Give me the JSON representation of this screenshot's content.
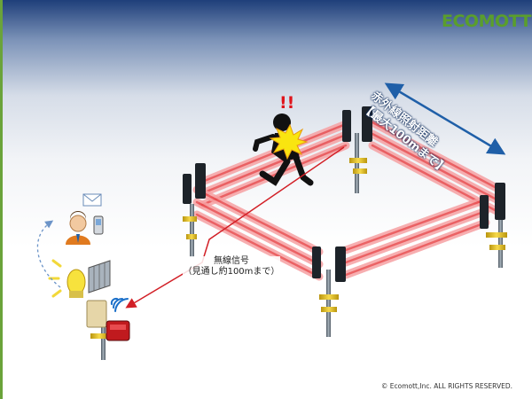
{
  "logo": {
    "text": "ECOMOTT"
  },
  "range": {
    "line1": "赤外線照射距離",
    "line2": "【最大100mまで】"
  },
  "signal": {
    "line1": "無線信号",
    "line2": "（見通し約100mまで）"
  },
  "alert": {
    "text": "!!"
  },
  "copyright": "© Ecomott,Inc. ALL RIGHTS RESERVED.",
  "colors": {
    "beam": "#e8474a",
    "beam_glow": "#f6a1a3",
    "brand_green": "#5a9e2c",
    "signal_line": "#d21f26",
    "range_arrow": "#1f5fa8",
    "sensor_pole": "#6c7a86"
  }
}
